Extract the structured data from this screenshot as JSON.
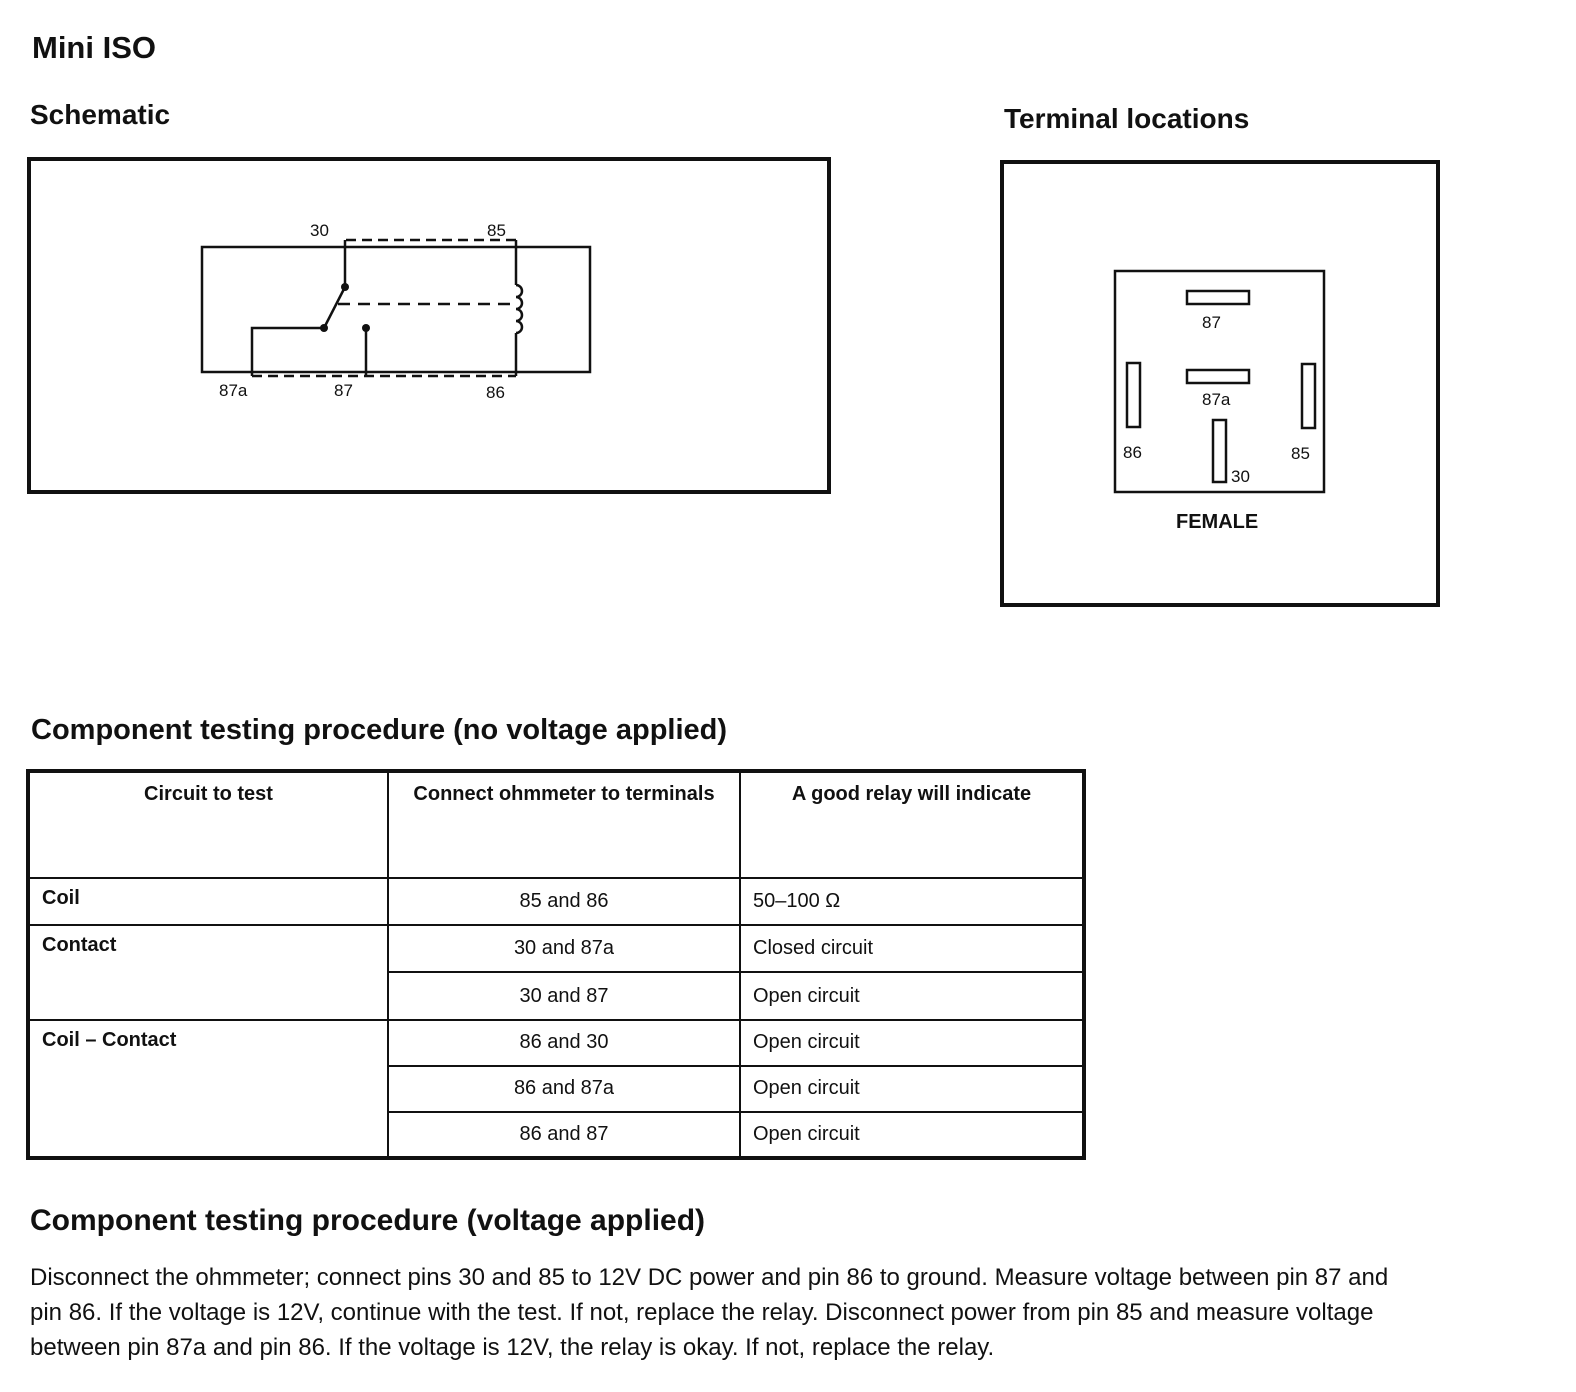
{
  "title": "Mini ISO",
  "schematic": {
    "heading": "Schematic",
    "labels": {
      "t30": "30",
      "t85": "85",
      "t87a": "87a",
      "t87": "87",
      "t86": "86"
    }
  },
  "terminals": {
    "heading": "Terminal locations",
    "labels": {
      "t87": "87",
      "t87a": "87a",
      "t86": "86",
      "t85": "85",
      "t30": "30"
    },
    "caption": "FEMALE"
  },
  "no_voltage": {
    "heading": "Component testing procedure (no voltage applied)",
    "headers": [
      "Circuit to test",
      "Connect ohmmeter to terminals",
      "A good relay will indicate"
    ],
    "groups": [
      {
        "circuit": "Coil",
        "rows": [
          {
            "terminals": "85 and 86",
            "indicate": "50–100 Ω"
          }
        ]
      },
      {
        "circuit": "Contact",
        "rows": [
          {
            "terminals": "30 and 87a",
            "indicate": "Closed circuit"
          },
          {
            "terminals": "30 and 87",
            "indicate": "Open circuit"
          }
        ]
      },
      {
        "circuit": "Coil – Contact",
        "rows": [
          {
            "terminals": "86 and 30",
            "indicate": "Open circuit"
          },
          {
            "terminals": "86 and 87a",
            "indicate": "Open circuit"
          },
          {
            "terminals": "86 and 87",
            "indicate": "Open circuit"
          }
        ]
      }
    ]
  },
  "voltage": {
    "heading": "Component testing procedure (voltage applied)",
    "text": "Disconnect the ohmmeter; connect pins 30 and 85 to 12V DC power and pin 86 to ground. Measure voltage between pin 87 and pin 86. If the voltage is 12V, continue with the test. If not, replace the relay. Disconnect power from pin 85 and measure voltage between pin 87a and pin 86. If the voltage is 12V, the relay is okay. If not, replace the relay."
  }
}
